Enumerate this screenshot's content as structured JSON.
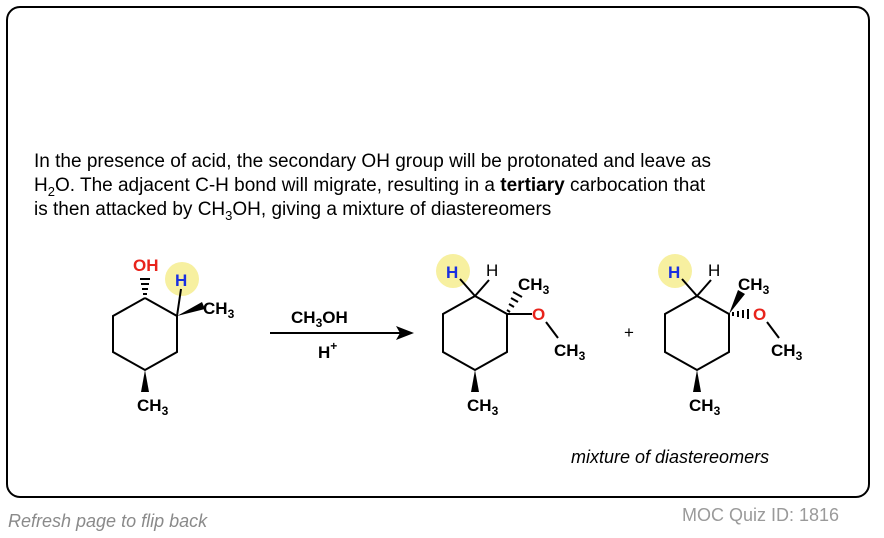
{
  "explanation": {
    "line1": "In the presence of acid, the secondary OH group will be protonated and leave as",
    "line2_a": "H",
    "line2_sub": "2",
    "line2_b": "O. The adjacent C-H bond will migrate, resulting in a ",
    "line2_bold": "tertiary",
    "line2_c": " carbocation that",
    "line3_a": "is then attacked by CH",
    "line3_sub": "3",
    "line3_b": "OH, giving a mixture of diastereomers"
  },
  "reactant": {
    "oh_label": "OH",
    "h_label": "H",
    "methyl_right": "CH",
    "methyl_right_sub": "3",
    "methyl_bottom": "CH",
    "methyl_bottom_sub": "3"
  },
  "conditions": {
    "reagent": "CH",
    "reagent_sub": "3",
    "reagent_tail": "OH",
    "catalyst": "H",
    "catalyst_sup": "+"
  },
  "product1": {
    "h_highlight": "H",
    "h_plain": "H",
    "methyl_top": "CH",
    "methyl_top_sub": "3",
    "oxygen": "O",
    "methoxy_methyl": "CH",
    "methoxy_methyl_sub": "3",
    "methyl_bottom": "CH",
    "methyl_bottom_sub": "3"
  },
  "plus_sign": "+",
  "product2": {
    "h_highlight": "H",
    "h_plain": "H",
    "methyl_top": "CH",
    "methyl_top_sub": "3",
    "oxygen": "O",
    "methoxy_methyl": "CH",
    "methoxy_methyl_sub": "3",
    "methyl_bottom": "CH",
    "methyl_bottom_sub": "3"
  },
  "caption": "mixture of diastereomers",
  "footer": {
    "refresh_text": "Refresh page to flip back",
    "quiz_id": "MOC Quiz ID: 1816"
  },
  "colors": {
    "oxygen": "#e8231b",
    "hydrogen_blue": "#1a2fe0",
    "highlight": "#f7f0a0",
    "text": "#000000",
    "footer_gray": "#8a8a8a"
  }
}
